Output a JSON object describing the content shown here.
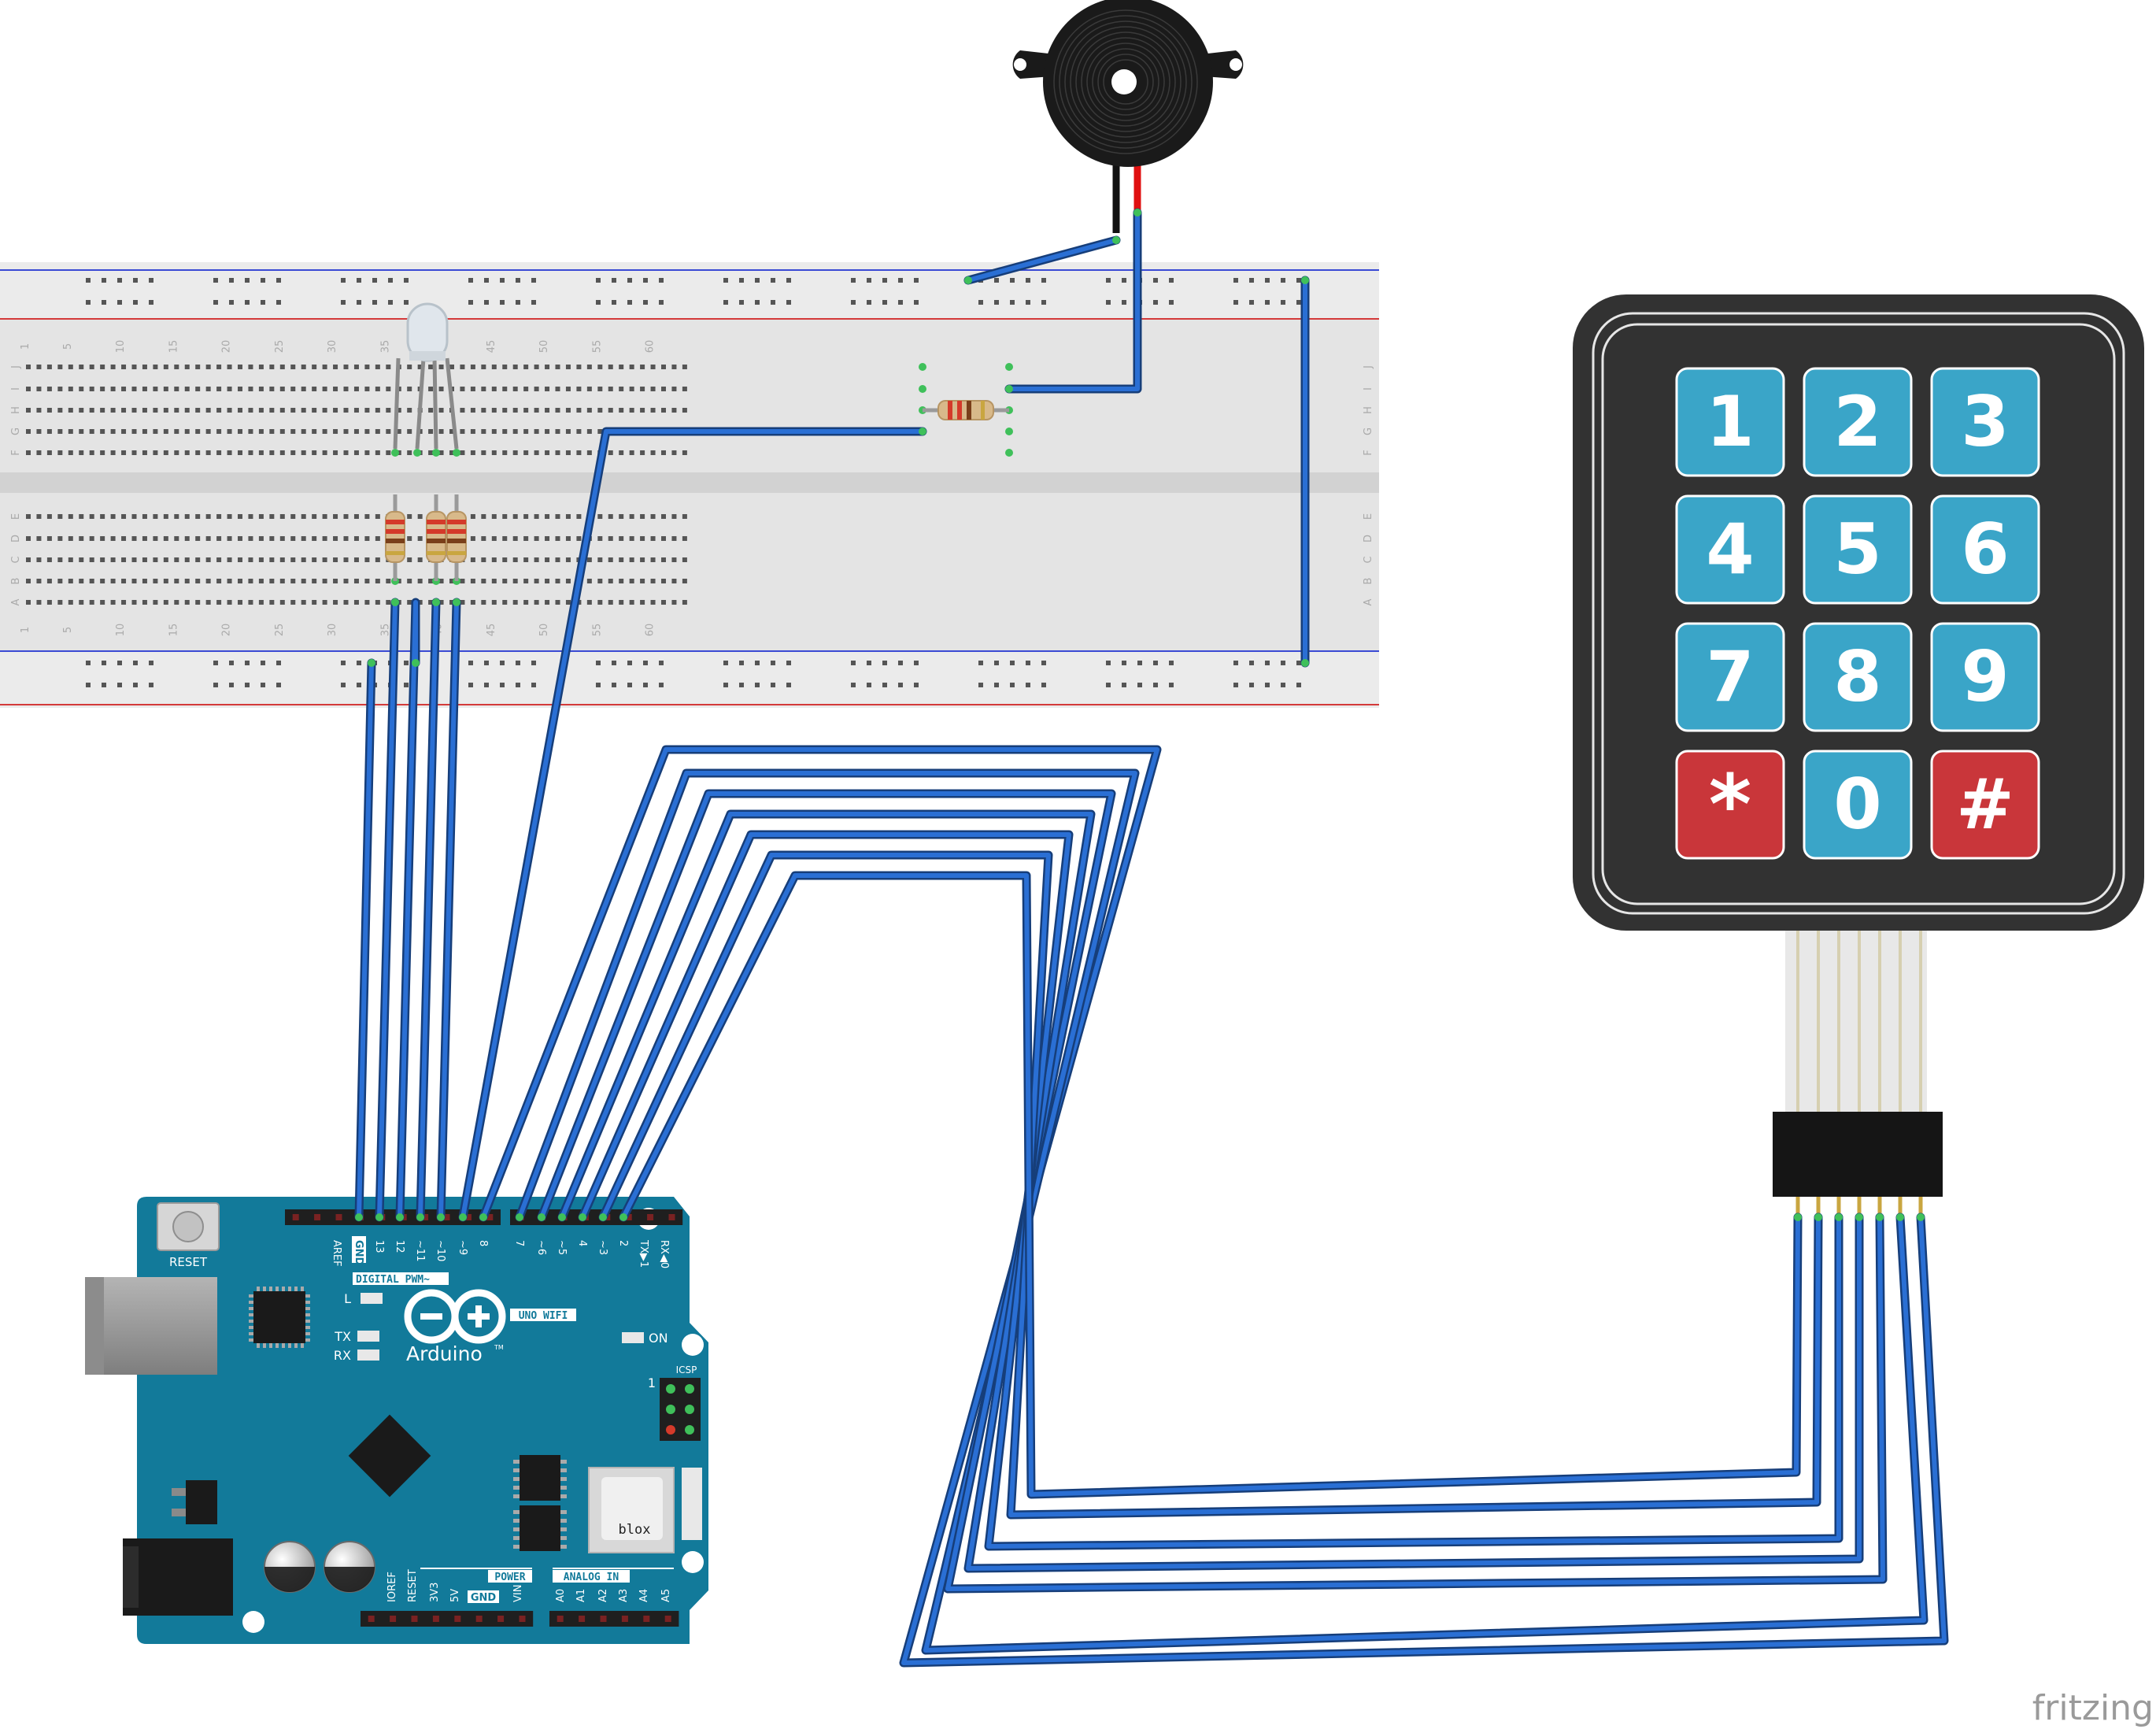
{
  "watermark": "fritzing",
  "colors": {
    "wire": "#2a6fd4",
    "wire_edge": "#163e7a",
    "board": "#127a9a",
    "board_dark": "#0d5f78",
    "keypad_body": "#323232",
    "key_blue": "#3aa5c8",
    "key_red": "#c9363a",
    "breadboard": "#e6e6e6",
    "rail_red": "#d43a3a",
    "rail_blue": "#3a4ad4",
    "resistor_body": "#d8b98a"
  },
  "breadboard": {
    "column_numbers": [
      "1",
      "5",
      "10",
      "15",
      "20",
      "25",
      "30",
      "35",
      "40",
      "45",
      "50",
      "55",
      "60"
    ],
    "top_row_letters": [
      "J",
      "I",
      "H",
      "G",
      "F"
    ],
    "bottom_row_letters": [
      "E",
      "D",
      "C",
      "B",
      "A"
    ]
  },
  "keypad": {
    "keys": [
      {
        "label": "1",
        "kind": "digit"
      },
      {
        "label": "2",
        "kind": "digit"
      },
      {
        "label": "3",
        "kind": "digit"
      },
      {
        "label": "4",
        "kind": "digit"
      },
      {
        "label": "5",
        "kind": "digit"
      },
      {
        "label": "6",
        "kind": "digit"
      },
      {
        "label": "7",
        "kind": "digit"
      },
      {
        "label": "8",
        "kind": "digit"
      },
      {
        "label": "9",
        "kind": "digit"
      },
      {
        "label": "*",
        "kind": "special"
      },
      {
        "label": "0",
        "kind": "digit"
      },
      {
        "label": "#",
        "kind": "special"
      }
    ]
  },
  "arduino": {
    "reset_label": "RESET",
    "digital_labels": [
      "AREF",
      "GND",
      "13",
      "12",
      "~11",
      "~10",
      "~9",
      "8",
      "7",
      "~6",
      "~5",
      "4",
      "~3",
      "2",
      "TX▶1",
      "RX◀0"
    ],
    "digital_pwm_label": "DIGITAL PWM~",
    "brand": "Arduino",
    "trademark": "TM",
    "model": "UNO WIFI",
    "led_l": "L",
    "led_tx": "TX",
    "led_rx": "RX",
    "led_on": "ON",
    "icsp": "ICSP",
    "icsp_pin1": "1",
    "module": "blox",
    "power_label": "POWER",
    "analog_label": "ANALOG IN",
    "power_pins": [
      "IOREF",
      "RESET",
      "3V3",
      "5V",
      "GND",
      "GND",
      "VIN"
    ],
    "analog_pins": [
      "A0",
      "A1",
      "A2",
      "A3",
      "A4",
      "A5"
    ]
  }
}
